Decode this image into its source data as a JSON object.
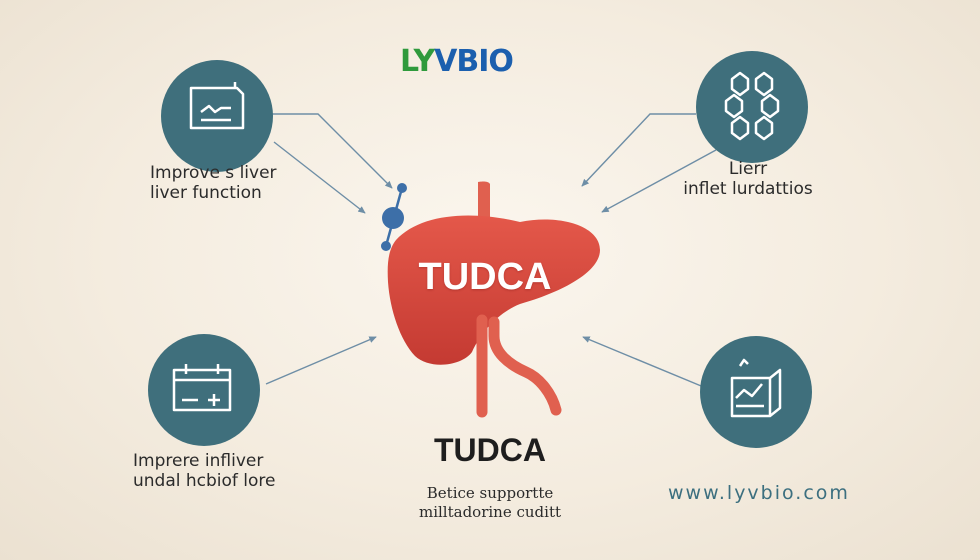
{
  "brand": {
    "logo_left": "LY",
    "logo_right": "VBIO",
    "green": "#2f9a3c",
    "blue": "#1b5fae"
  },
  "center": {
    "liver_text": "TUDCA",
    "title": "TUDCA",
    "subtitle_line1": "Betice supportte",
    "subtitle_line2": "milltadorine cuditt",
    "liver_color": "#d94a3d",
    "vessel_color": "#e0604f"
  },
  "nodes": [
    {
      "icon": "document-chart-icon",
      "line1": "Improve s liver",
      "line2": "liver  function"
    },
    {
      "icon": "molecule-structure-icon",
      "line1": "Lierr",
      "line2": "inflet lurdattios"
    },
    {
      "icon": "calendar-add-icon",
      "line1": "Imprere infliver",
      "line2": "undal hcbiof lore"
    },
    {
      "icon": "box-chart-icon",
      "line1": "",
      "line2": ""
    }
  ],
  "footer": {
    "website": "www.lyvbio.com"
  },
  "colors": {
    "circle": "#3f6f7c",
    "arrow": "#6e8ea6",
    "molecule": "#3d6fa8"
  }
}
